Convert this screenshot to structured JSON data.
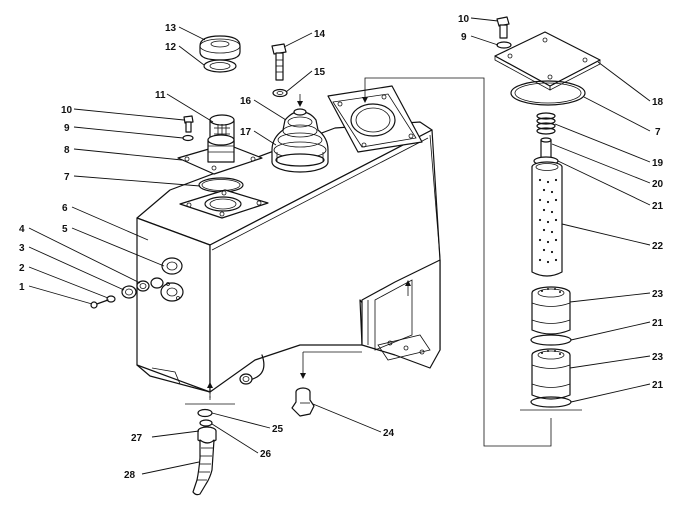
{
  "callouts": [
    {
      "id": "c1",
      "text": "1"
    },
    {
      "id": "c2",
      "text": "2"
    },
    {
      "id": "c3",
      "text": "3"
    },
    {
      "id": "c4",
      "text": "4"
    },
    {
      "id": "c5",
      "text": "5"
    },
    {
      "id": "c6",
      "text": "6"
    },
    {
      "id": "c7a",
      "text": "7"
    },
    {
      "id": "c8",
      "text": "8"
    },
    {
      "id": "c9a",
      "text": "9"
    },
    {
      "id": "c10a",
      "text": "10"
    },
    {
      "id": "c11",
      "text": "11"
    },
    {
      "id": "c12",
      "text": "12"
    },
    {
      "id": "c13",
      "text": "13"
    },
    {
      "id": "c14",
      "text": "14"
    },
    {
      "id": "c15",
      "text": "15"
    },
    {
      "id": "c16",
      "text": "16"
    },
    {
      "id": "c17",
      "text": "17"
    },
    {
      "id": "c10b",
      "text": "10"
    },
    {
      "id": "c9b",
      "text": "9"
    },
    {
      "id": "c18",
      "text": "18"
    },
    {
      "id": "c7b",
      "text": "7"
    },
    {
      "id": "c19",
      "text": "19"
    },
    {
      "id": "c20",
      "text": "20"
    },
    {
      "id": "c21a",
      "text": "21"
    },
    {
      "id": "c22",
      "text": "22"
    },
    {
      "id": "c23a",
      "text": "23"
    },
    {
      "id": "c21b",
      "text": "21"
    },
    {
      "id": "c23b",
      "text": "23"
    },
    {
      "id": "c21c",
      "text": "21"
    },
    {
      "id": "c24",
      "text": "24"
    },
    {
      "id": "c25",
      "text": "25"
    },
    {
      "id": "c26",
      "text": "26"
    },
    {
      "id": "c27",
      "text": "27"
    },
    {
      "id": "c28",
      "text": "28"
    }
  ]
}
